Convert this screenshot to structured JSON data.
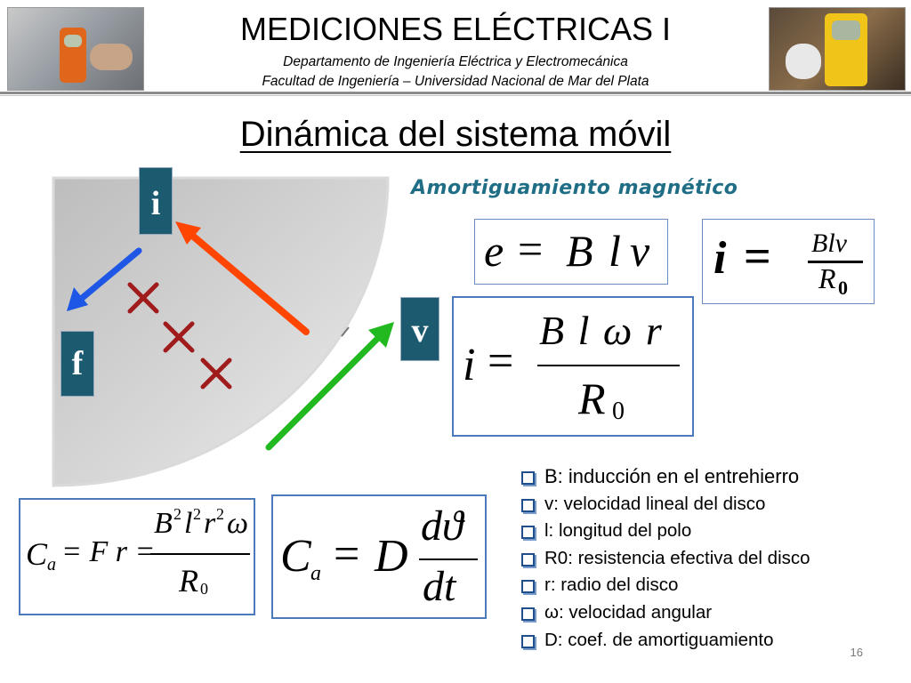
{
  "header": {
    "title": "MEDICIONES ELÉCTRICAS I",
    "department": "Departamento de Ingeniería Eléctrica y Electromecánica",
    "faculty": "Facultad de Ingeniería – Universidad Nacional de Mar del Plata"
  },
  "slide": {
    "title": "Dinámica del sistema móvil",
    "subtitle": "Amortiguamiento magnético",
    "page_number": "16"
  },
  "diagram": {
    "label_i": "i",
    "label_f": "f",
    "label_v": "v",
    "colors": {
      "disc": "#c9c9c9",
      "label_box": "#1c5a70",
      "arrow_i": "#ff4500",
      "arrow_f": "#1e56e6",
      "arrow_v": "#22b81f",
      "cross": "#a01c1c"
    }
  },
  "formulas": {
    "emf": {
      "lhs": "e",
      "eq": "=",
      "rhs_B": "B",
      "rhs_l": "l",
      "rhs_v": "v"
    },
    "current_simple": {
      "lhs": "i",
      "eq": "=",
      "num": "Blv",
      "den_R": "R",
      "den_sub": "0"
    },
    "current_omega": {
      "lhs": "i",
      "eq": "=",
      "num": "B l ω r",
      "den_R": "R",
      "den_sub": "0"
    },
    "torque_force": {
      "C": "C",
      "sub": "a",
      "mid": "= F r =",
      "num_B": "B",
      "num_exp1": "2",
      "num_l": "l",
      "num_exp2": "2",
      "num_r": "r",
      "num_exp3": "2",
      "num_w": "ω",
      "den_R": "R",
      "den_sub": "0"
    },
    "torque_damping": {
      "C": "C",
      "sub": "a",
      "eq": "=",
      "D": "D",
      "num": "dϑ",
      "den": "dt"
    }
  },
  "bullets": [
    "B: inducción en el entrehierro",
    "v: velocidad lineal del disco",
    "l: longitud del polo",
    "R0: resistencia efectiva del disco",
    "r: radio del disco",
    "ω: velocidad angular",
    "D: coef. de amortiguamiento"
  ]
}
